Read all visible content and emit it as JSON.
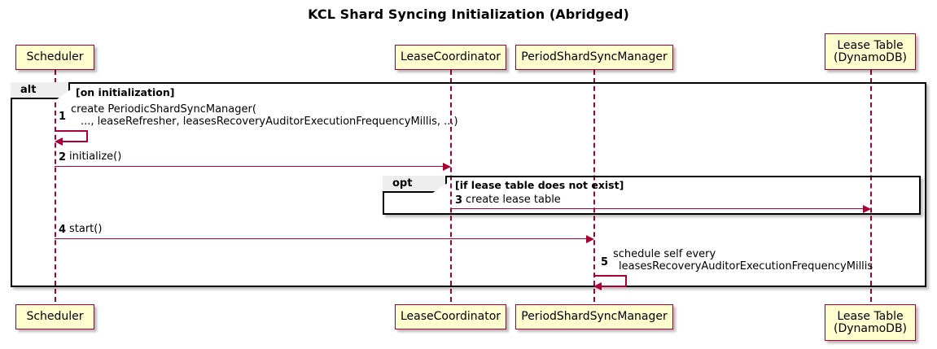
{
  "diagram": {
    "type": "sequence-diagram",
    "title": "KCL Shard Syncing Initialization (Abridged)",
    "participants": [
      {
        "id": "scheduler",
        "label_line1": "Scheduler",
        "label_line2": ""
      },
      {
        "id": "leasecoord",
        "label_line1": "LeaseCoordinator",
        "label_line2": ""
      },
      {
        "id": "psm",
        "label_line1": "PeriodShardSyncManager",
        "label_line2": ""
      },
      {
        "id": "leasetable",
        "label_line1": "Lease Table",
        "label_line2": "(DynamoDB)"
      }
    ],
    "fragments": [
      {
        "id": "alt",
        "keyword": "alt",
        "guard": "[on initialization]"
      },
      {
        "id": "opt",
        "keyword": "opt",
        "guard": "[if lease table does not exist]"
      }
    ],
    "messages": [
      {
        "num": "1",
        "from": "scheduler",
        "to": "scheduler",
        "kind": "self",
        "text_line1": "create PeriodicShardSyncManager(",
        "text_line2": "..., leaseRefresher, leasesRecoveryAuditorExecutionFrequencyMillis, ...)"
      },
      {
        "num": "2",
        "from": "scheduler",
        "to": "leasecoord",
        "kind": "sync",
        "text_line1": "initialize()",
        "text_line2": ""
      },
      {
        "num": "3",
        "from": "leasecoord",
        "to": "leasetable",
        "kind": "sync",
        "text_line1": "create lease table",
        "text_line2": ""
      },
      {
        "num": "4",
        "from": "scheduler",
        "to": "psm",
        "kind": "sync",
        "text_line1": "start()",
        "text_line2": ""
      },
      {
        "num": "5",
        "from": "psm",
        "to": "psm",
        "kind": "self",
        "text_line1": "schedule self every",
        "text_line2": "leasesRecoveryAuditorExecutionFrequencyMillis"
      }
    ],
    "colors": {
      "participant_fill": "#FEFECE",
      "participant_border": "#A80036",
      "arrow": "#A80036",
      "frame_border": "#000000",
      "frame_label_fill": "#EEEEEE",
      "background": "#FFFFFF"
    }
  }
}
